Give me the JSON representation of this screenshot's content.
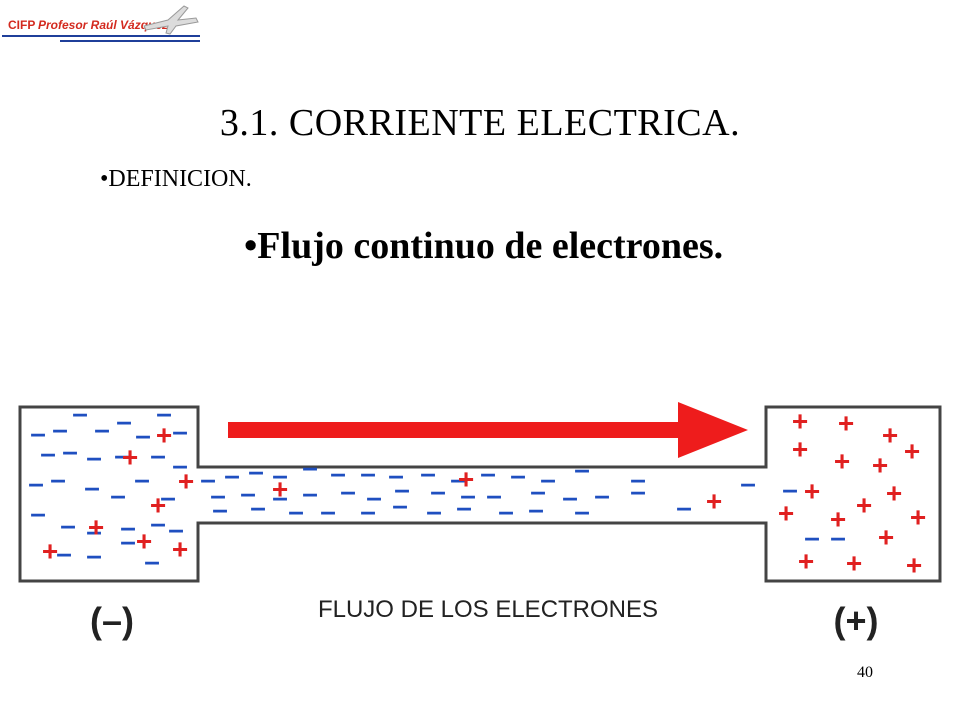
{
  "header": {
    "logo_cifp": "CIFP",
    "logo_name": "Profesor Raúl Vázquez"
  },
  "slide": {
    "title": "3.1. CORRIENTE ELECTRICA.",
    "bullet_1": "•DEFINICION.",
    "bullet_2": "•Flujo continuo de electrones.",
    "page_number": "40"
  },
  "diagram": {
    "caption": "FLUJO DE LOS ELECTRONES",
    "negative_terminal": "(–)",
    "positive_terminal": "(+)",
    "minus_symbol": "–",
    "plus_symbol": "+",
    "colors": {
      "minus": "#1f4fc0",
      "plus": "#e02020",
      "arrow": "#ee1c1c",
      "outline": "#444444",
      "caption": "#222222"
    }
  }
}
